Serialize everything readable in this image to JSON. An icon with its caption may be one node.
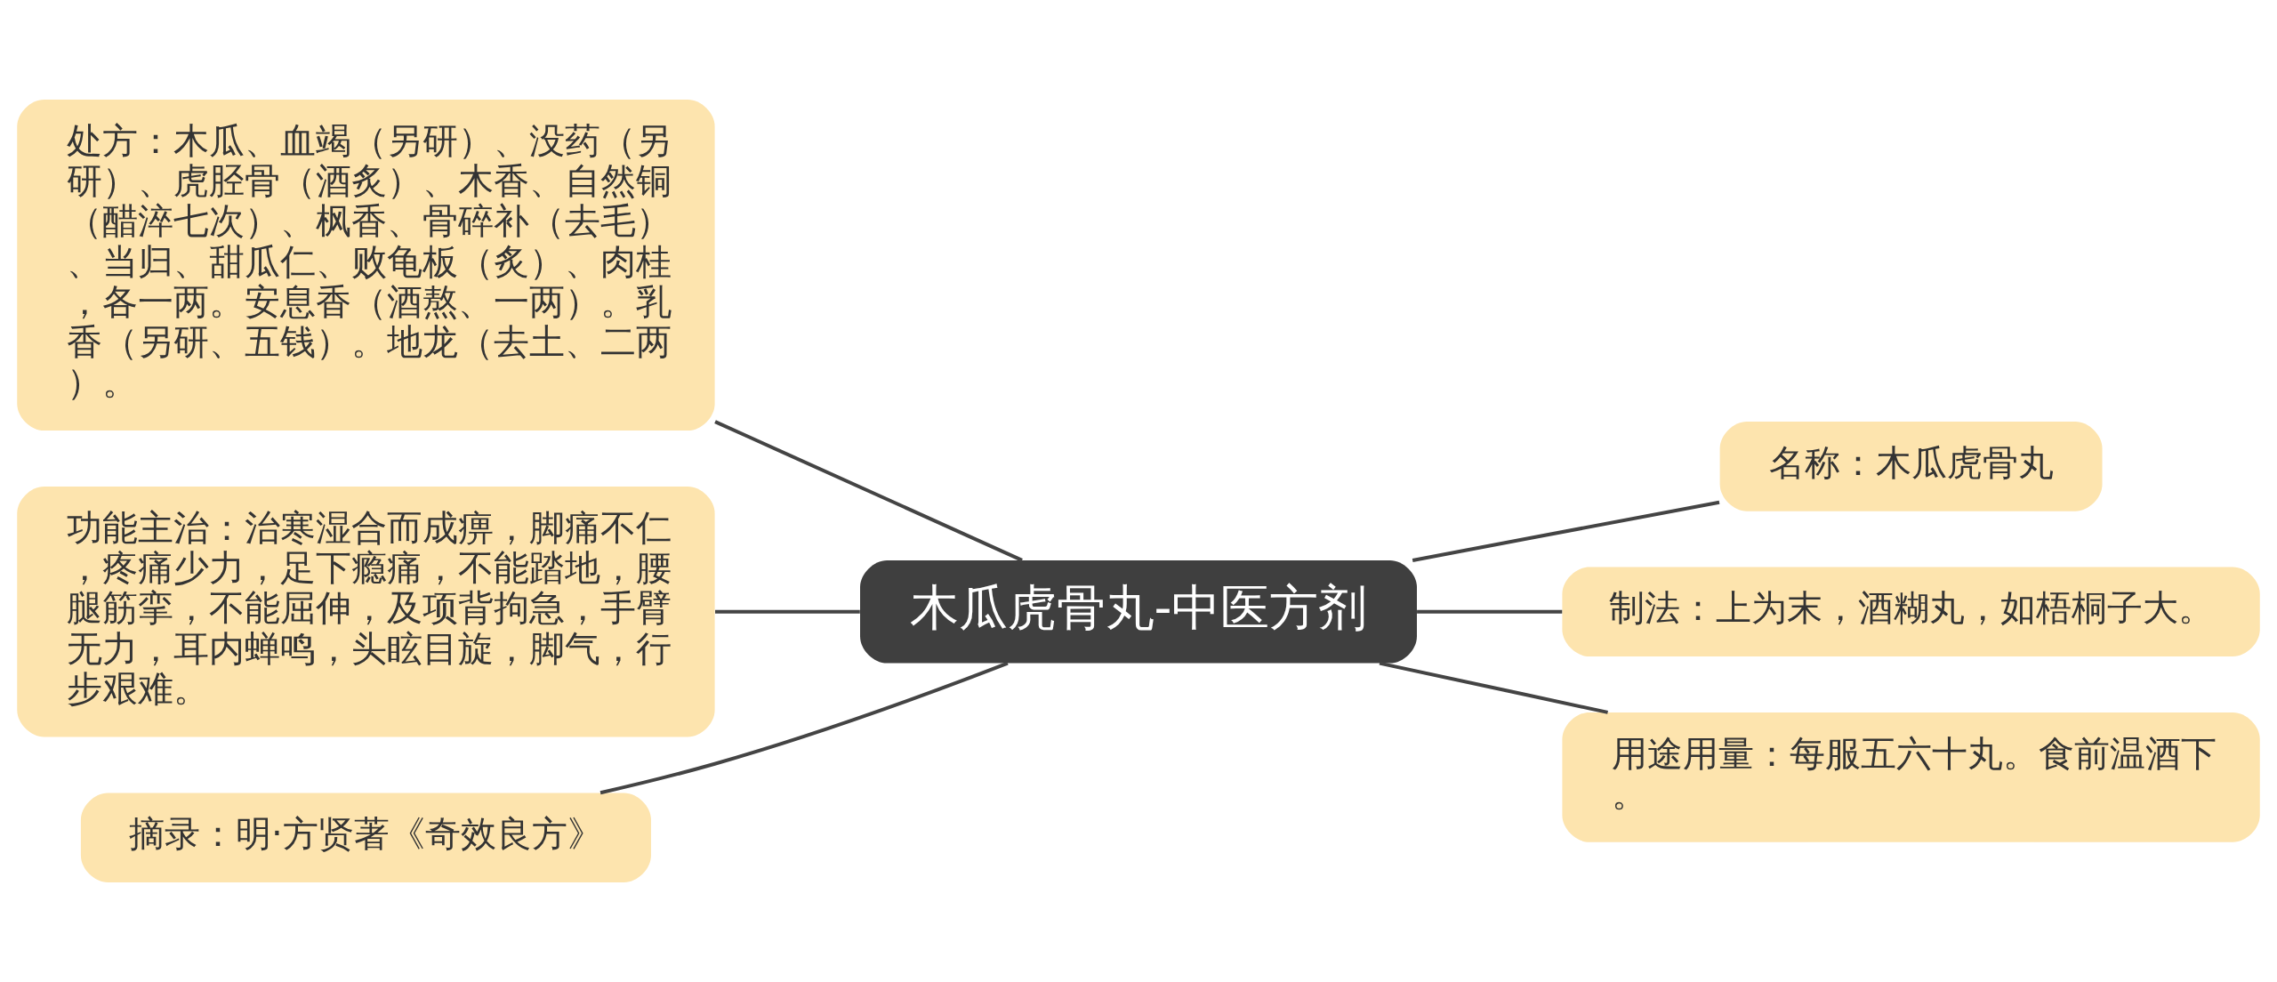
{
  "diagram": {
    "nodes": [
      {
        "text": [
          "木瓜虎骨丸-中医方剂"
        ]
      },
      {
        "text": [
          "处方：木瓜、血竭（另研）、没药（另研）、虎胫骨（酒炙）、木香、自然铜（醋淬七次）、枫香、骨碎补（去毛）、当归、甜瓜仁、败龟板（炙）、肉桂，各一两。安息香（酒熬、一两）。乳香（另研、五钱）。地龙（去土、二两）。"
        ]
      },
      {
        "text": [
          "功能主治：治寒湿合而成痹，脚痛不仁，疼痛少力，足下瘾痛，不能踏地，腰腿筋挛，不能屈伸，及项背拘急，手臂无力，耳内蝉鸣，头眩目旋，脚气，行步艰难。"
        ]
      },
      {
        "text": [
          "摘录：明·方贤著《奇效良方》"
        ]
      },
      {
        "text": [
          "名称：木瓜虎骨丸"
        ]
      },
      {
        "text": [
          "制法：上为末，酒糊丸，如梧桐子大。"
        ]
      },
      {
        "text": [
          "用途用量：每服五六十丸。食前温酒下。"
        ]
      }
    ],
    "edges": [
      {
        "from": 0,
        "to": 1,
        "arrow": "none"
      },
      {
        "from": 0,
        "to": 2,
        "arrow": "none"
      },
      {
        "from": 0,
        "to": 3,
        "arrow": "none"
      },
      {
        "from": 0,
        "to": 4,
        "arrow": "none"
      },
      {
        "from": 0,
        "to": 5,
        "arrow": "none"
      },
      {
        "from": 0,
        "to": 6,
        "arrow": "none"
      }
    ]
  }
}
